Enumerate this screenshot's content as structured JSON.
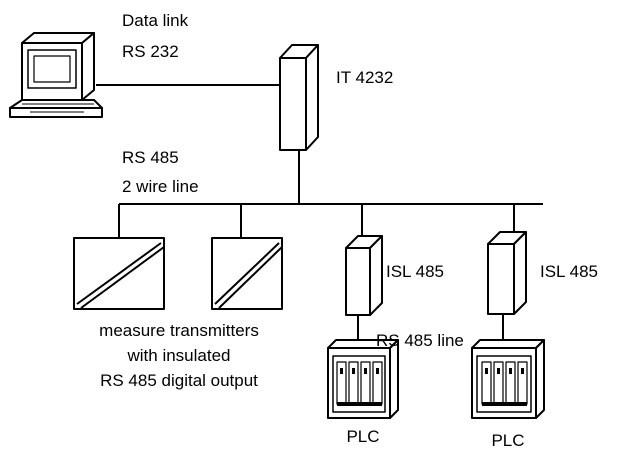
{
  "labels": {
    "data_link": "Data link",
    "rs232": "RS 232",
    "it4232": "IT 4232",
    "rs485": "RS 485",
    "two_wire": "2 wire line",
    "isl485_a": "ISL 485",
    "isl485_b": "ISL 485",
    "rs485_line": "RS 485 line",
    "transmitters_line1": "measure transmitters",
    "transmitters_line2": "with insulated",
    "transmitters_line3": "RS 485 digital output",
    "plc_a": "PLC",
    "plc_b": "PLC"
  },
  "colors": {
    "stroke": "#000000",
    "fill": "#ffffff"
  },
  "icons": [
    "computer-icon",
    "converter-module-icon",
    "transmitter-icon",
    "plc-rack-icon"
  ]
}
